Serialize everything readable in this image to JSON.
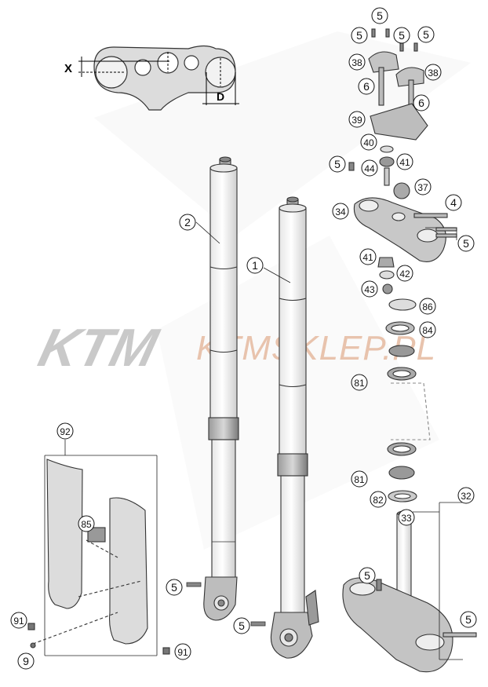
{
  "watermark": {
    "brand": "KTM",
    "site": "KTMSKLEP.PL",
    "brand_color": "#c9c9c9",
    "site_color": "#e8c3ad"
  },
  "dimension_labels": {
    "offset": "X",
    "width": "D"
  },
  "callouts": [
    {
      "id": "c5a",
      "num": "5"
    },
    {
      "id": "c5b",
      "num": "5"
    },
    {
      "id": "c5c",
      "num": "5"
    },
    {
      "id": "c5d",
      "num": "5"
    },
    {
      "id": "c38a",
      "num": "38"
    },
    {
      "id": "c38b",
      "num": "38"
    },
    {
      "id": "c6a",
      "num": "6"
    },
    {
      "id": "c6b",
      "num": "6"
    },
    {
      "id": "c39",
      "num": "39"
    },
    {
      "id": "c40",
      "num": "40"
    },
    {
      "id": "c41a",
      "num": "41"
    },
    {
      "id": "c44",
      "num": "44"
    },
    {
      "id": "c5e",
      "num": "5"
    },
    {
      "id": "c37",
      "num": "37"
    },
    {
      "id": "c34",
      "num": "34"
    },
    {
      "id": "c4",
      "num": "4"
    },
    {
      "id": "c5f",
      "num": "5"
    },
    {
      "id": "c41b",
      "num": "41"
    },
    {
      "id": "c42",
      "num": "42"
    },
    {
      "id": "c43",
      "num": "43"
    },
    {
      "id": "c86",
      "num": "86"
    },
    {
      "id": "c84",
      "num": "84"
    },
    {
      "id": "c81a",
      "num": "81"
    },
    {
      "id": "c81b",
      "num": "81"
    },
    {
      "id": "c82",
      "num": "82"
    },
    {
      "id": "c32",
      "num": "32"
    },
    {
      "id": "c33",
      "num": "33"
    },
    {
      "id": "c2",
      "num": "2"
    },
    {
      "id": "c1",
      "num": "1"
    },
    {
      "id": "c92",
      "num": "92"
    },
    {
      "id": "c85",
      "num": "85"
    },
    {
      "id": "c5g",
      "num": "5"
    },
    {
      "id": "c5h",
      "num": "5"
    },
    {
      "id": "c5i",
      "num": "5"
    },
    {
      "id": "c5j",
      "num": "5"
    },
    {
      "id": "c91a",
      "num": "91"
    },
    {
      "id": "c91b",
      "num": "91"
    },
    {
      "id": "c9",
      "num": "9"
    }
  ]
}
